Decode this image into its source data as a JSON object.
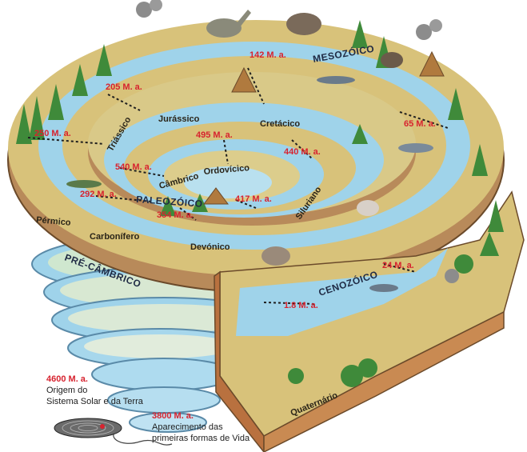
{
  "eras": {
    "mesozoico": "MESOZÓICO",
    "paleozoico": "PALEOZÓICO",
    "precambrico": "PRÉ-CÂMBRICO",
    "cenozoico": "CENOZÓICO"
  },
  "periods": {
    "triassico": "Triássico",
    "jurassico": "Jurássico",
    "cretacico": "Cretácico",
    "cambrico": "Câmbrico",
    "ordovicico": "Ordovícico",
    "siluriano": "Siluriano",
    "devonico": "Devónico",
    "carbonifero": "Carbonífero",
    "permico": "Pérmico",
    "quaternario": "Quaternário"
  },
  "ages": {
    "a142": "142 M. a.",
    "a205": "205 M. a.",
    "a250": "250 M. a.",
    "a65": "65 M. a.",
    "a495": "495 M. a.",
    "a440": "440 M. a.",
    "a540": "540 M. a.",
    "a292": "292 M. a.",
    "a417": "417 M. a.",
    "a354": "354 M. a.",
    "a24": "24 M. a.",
    "a1_8": "1.8 M. a."
  },
  "notes": {
    "origin_age": "4600 M. a.",
    "origin_line1": "Origem do",
    "origin_line2": "Sistema Solar e da Terra",
    "life_age": "3800 M. a.",
    "life_line1": "Aparecimento das",
    "life_line2": "primeiras formas de Vida"
  },
  "colors": {
    "water": "#9fd3ea",
    "land": "#d8c27a",
    "rock": "#b88a5a",
    "vegetation": "#3f8a3a",
    "age_label": "#d7232f"
  }
}
